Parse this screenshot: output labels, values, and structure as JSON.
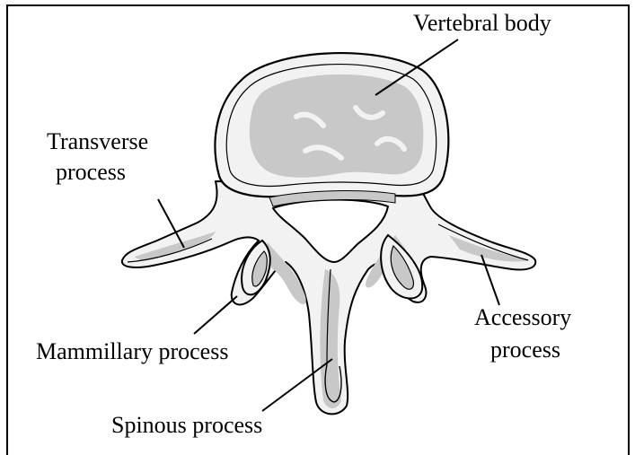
{
  "diagram": {
    "labels": {
      "vertebral_body": "Vertebral body",
      "transverse_line1": "Transverse",
      "transverse_line2": "process",
      "accessory_line1": "Accessory",
      "accessory_line2": "process",
      "mammillary": "Mammillary process",
      "spinous": "Spinous process"
    },
    "colors": {
      "outline": "#000000",
      "bone_fill": "#f2f2f2",
      "shade_fill": "#c8c8c8",
      "frame": "#000000"
    }
  }
}
